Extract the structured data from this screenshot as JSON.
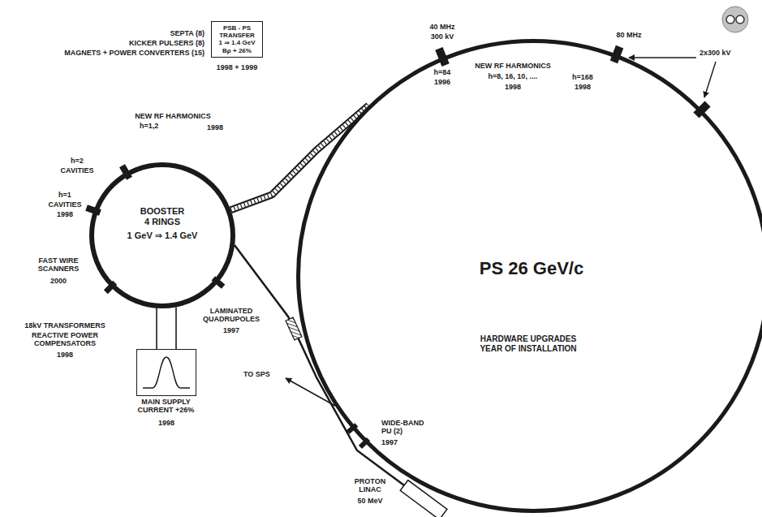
{
  "diagram": {
    "nodes": [
      {
        "text": [
          "PS 26 GeV/c",
          "HARDWARE UPGRADES YEAR OF INSTALLATION"
        ]
      },
      {
        "text": [
          "BOOSTER 4 RINGS",
          "1 GeV ⇒ 1.4 GeV"
        ]
      },
      {
        "text": [
          "PSB - PS TRANSFER",
          "1 ⇒ 1.4 GeV Bρ + 26%"
        ]
      },
      {
        "text": [
          "MAIN SUPPLY CURRENT +26%"
        ]
      }
    ],
    "edges": [
      {
        "from": 1,
        "to": 0,
        "arrow": "none"
      },
      {
        "from": 3,
        "to": 1,
        "arrow": "none"
      }
    ],
    "labels": [
      "40 MHz",
      "300 kV",
      "h=84",
      "1996",
      "80 MHz",
      "2x300 kV",
      "h=168",
      "1998",
      "NEW RF HARMONICS",
      "h=8, 16, 10, ....",
      "1998",
      "SEPTA (8)",
      "KICKER PULSERS (8)",
      "MAGNETS + POWER CONVERTERS (15)",
      "1998 + 1999",
      "NEW RF HARMONICS",
      "h=1,2",
      "1998",
      "h=2",
      "CAVITIES",
      "h=1",
      "CAVITIES",
      "1998",
      "FAST WIRE SCANNERS",
      "2000",
      "18kV TRANSFORMERS",
      "REACTIVE POWER COMPENSATORS",
      "1998",
      "1998",
      "LAMINATED QUADRUPOLES",
      "1997",
      "TO SPS",
      "PROTON LINAC",
      "50 MeV",
      "WIDE-BAND PU (2)",
      "1997"
    ]
  }
}
